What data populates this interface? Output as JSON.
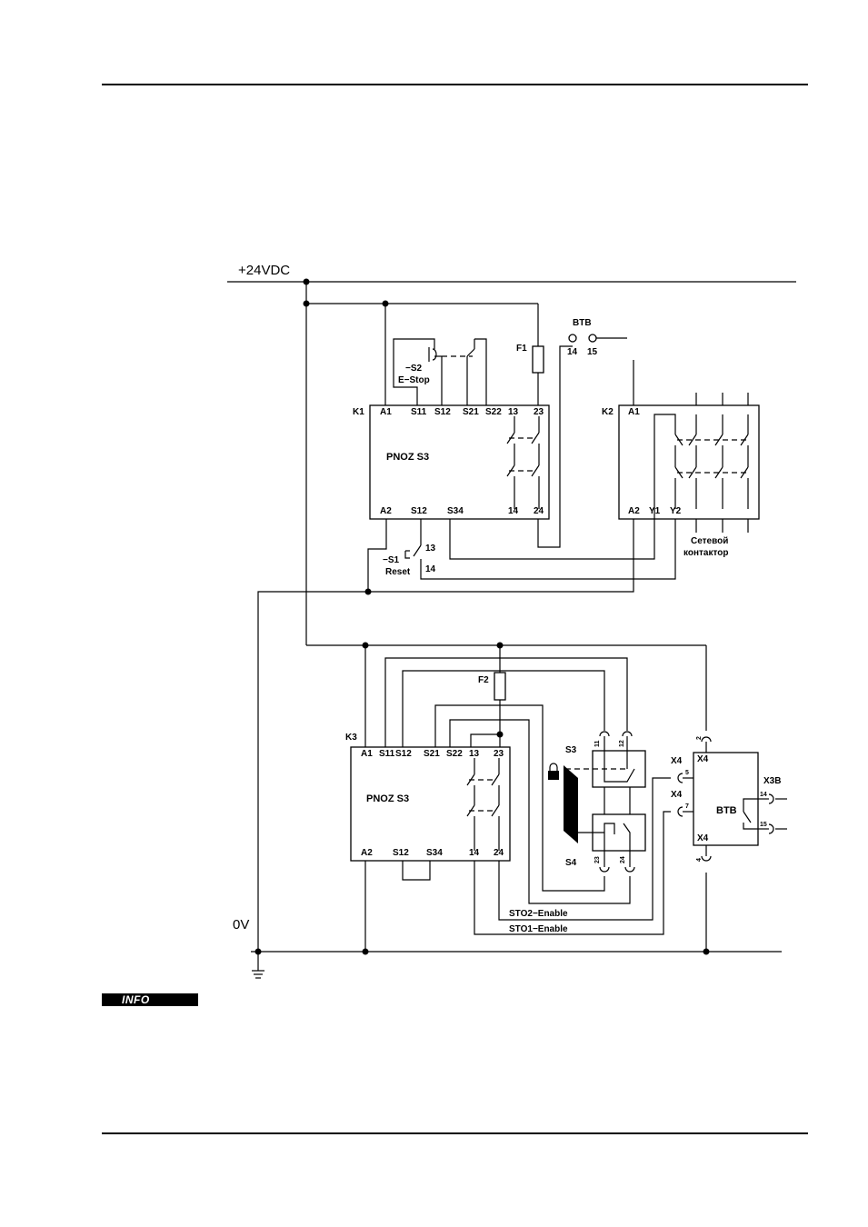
{
  "rails": {
    "plus": "+24VDC",
    "zero": "0V"
  },
  "k1": {
    "ref": "K1",
    "model": "PNOZ S3",
    "top_pins": [
      "A1",
      "S11",
      "S12",
      "S21",
      "S22",
      "13",
      "23"
    ],
    "bottom_pins": [
      "A2",
      "S12",
      "S34",
      "14",
      "24"
    ]
  },
  "k2": {
    "ref": "K2",
    "top_pin": "A1",
    "bottom_pins": [
      "A2",
      "Y1",
      "Y2"
    ],
    "caption_1": "Сетевой",
    "caption_2": "контактор"
  },
  "k3": {
    "ref": "K3",
    "model": "PNOZ S3",
    "top_pins": [
      "A1",
      "S11",
      "S12",
      "S21",
      "S22",
      "13",
      "23"
    ],
    "bottom_pins": [
      "A2",
      "S12",
      "S34",
      "14",
      "24"
    ]
  },
  "s2": {
    "label": "−S2",
    "sub": "E−Stop"
  },
  "s1": {
    "label": "−S1",
    "sub": "Reset",
    "pin_a": "13",
    "pin_b": "14"
  },
  "f1": "F1",
  "f2": "F2",
  "btb_top": {
    "label": "BTB",
    "pin_a": "14",
    "pin_b": "15"
  },
  "s3": {
    "label": "S3",
    "pin_a": "11",
    "pin_b": "12"
  },
  "s4": {
    "label": "S4",
    "pin_a": "23",
    "pin_b": "24"
  },
  "drive": {
    "label": "BTB",
    "conn": "X4",
    "pin_2": "2",
    "pin_5": "5",
    "pin_7": "7",
    "pin_4": "4",
    "x3b": "X3B",
    "pin_14": "14",
    "pin_15": "15"
  },
  "sto2": "STO2−Enable",
  "sto1": "STO1−Enable",
  "info": "INFO"
}
